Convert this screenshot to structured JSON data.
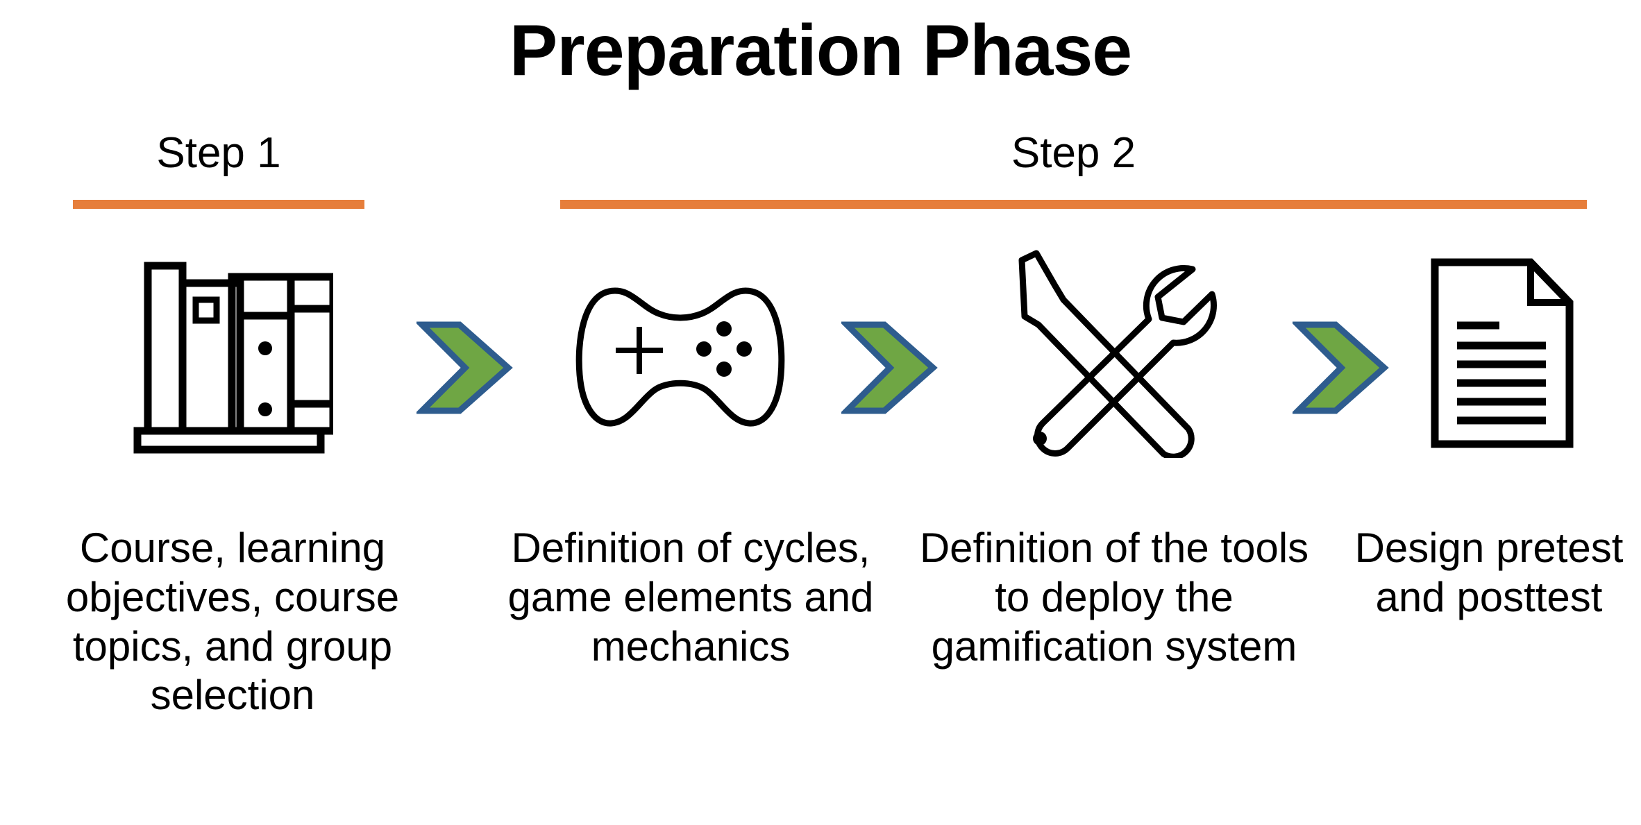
{
  "diagram": {
    "title": "Preparation Phase",
    "accent_orange": "#E67E3B",
    "arrow_green": "#6FA644",
    "arrow_blue": "#2E5C8E",
    "line_color": "#000000",
    "background": "#FFFFFF",
    "steps": [
      {
        "label": "Step 1"
      },
      {
        "label": "Step 2"
      }
    ],
    "nodes": [
      {
        "icon": "books-shelf-icon",
        "caption": "Course, learning objectives, course topics, and group selection",
        "step": "Step 1"
      },
      {
        "icon": "gamepad-icon",
        "caption": "Definition of cycles, game elements and mechanics",
        "step": "Step 2"
      },
      {
        "icon": "tools-screwdriver-wrench-icon",
        "caption": "Definition of the tools to deploy the gamification system",
        "step": "Step 2"
      },
      {
        "icon": "document-page-icon",
        "caption": "Design pretest and posttest",
        "step": "Step 2"
      }
    ],
    "connectors": [
      {
        "icon": "chevron-right-icon"
      },
      {
        "icon": "chevron-right-icon"
      },
      {
        "icon": "chevron-right-icon"
      }
    ]
  }
}
